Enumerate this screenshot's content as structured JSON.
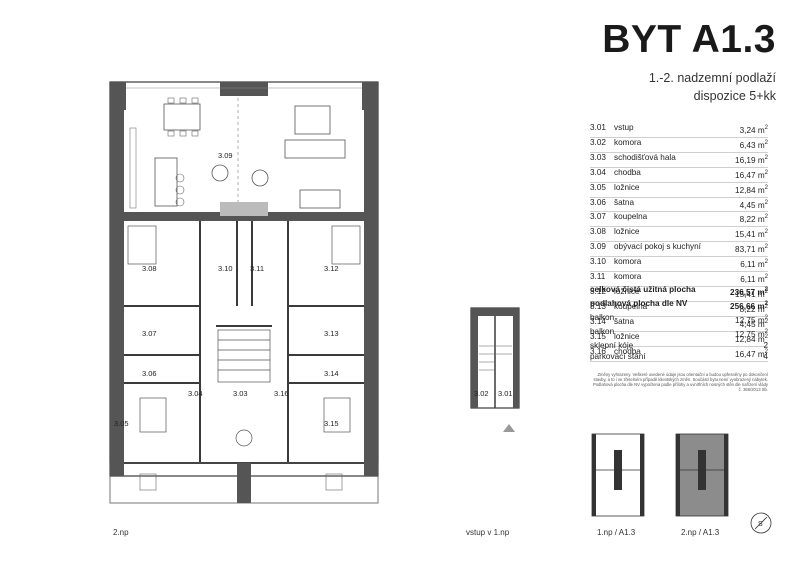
{
  "header": {
    "title": "BYT A1.3",
    "floors": "1.-2. nadzemní podlaží",
    "layout": "dispozice 5+kk"
  },
  "rooms": [
    {
      "code": "3.01",
      "name": "vstup",
      "area": "3,24"
    },
    {
      "code": "3.02",
      "name": "komora",
      "area": "6,43"
    },
    {
      "code": "3.03",
      "name": "schodišťová hala",
      "area": "16,19"
    },
    {
      "code": "3.04",
      "name": "chodba",
      "area": "16,47"
    },
    {
      "code": "3.05",
      "name": "ložnice",
      "area": "12,84"
    },
    {
      "code": "3.06",
      "name": "šatna",
      "area": "4,45"
    },
    {
      "code": "3.07",
      "name": "koupelna",
      "area": "8,22"
    },
    {
      "code": "3.08",
      "name": "ložnice",
      "area": "15,41"
    },
    {
      "code": "3.09",
      "name": "obývací pokoj s kuchyní",
      "area": "83,71"
    },
    {
      "code": "3.10",
      "name": "komora",
      "area": "6,11"
    },
    {
      "code": "3.11",
      "name": "komora",
      "area": "6,11"
    },
    {
      "code": "3.12",
      "name": "ložnice",
      "area": "15,41"
    },
    {
      "code": "3.13",
      "name": "koupelna",
      "area": "8,22"
    },
    {
      "code": "3.14",
      "name": "šatna",
      "area": "4,45"
    },
    {
      "code": "3.15",
      "name": "ložnice",
      "area": "12,84"
    },
    {
      "code": "3.16",
      "name": "chodba",
      "area": "16,47"
    }
  ],
  "unit": "m",
  "unit_sup": "2",
  "totals": {
    "net_label": "celková čistá užitná plocha",
    "net_value": "236,57",
    "floor_label": "podlahová plocha dle NV",
    "floor_value": "256,66"
  },
  "extras": [
    {
      "name": "balkon",
      "value": "12,75",
      "has_unit": true
    },
    {
      "name": "balkon",
      "value": "12,75",
      "has_unit": true
    },
    {
      "name": "sklepní kóje",
      "value": "2",
      "has_unit": false
    },
    {
      "name": "parkovací stání",
      "value": "4",
      "has_unit": false
    }
  ],
  "note": "Změny vyhrazeny. Veškeré uvedené údaje jsou orientační a budou upřesněny po dokončení stavby, a to i ve zřetelném případě klientských změn. Součástí bytu nemí vyobrazený nábytek. Podlahová plocha dle NV vypočtena podle přílohy a uvnitřních nosných stěn dle nařízení vlády č. 366/2013 Sb.",
  "plan_labels": {
    "main": "2.np",
    "entry": "vstup v 1.np",
    "mini1": "1.np / A1.3",
    "mini2": "2.np / A1.3"
  },
  "map_rooms": {
    "r309": "3.09",
    "r308": "3.08",
    "r310": "3.10",
    "r311": "3.11",
    "r312": "3.12",
    "r307": "3.07",
    "r313": "3.13",
    "r306": "3.06",
    "r314": "3.14",
    "r304": "3.04",
    "r303": "3.03",
    "r316": "3.16",
    "r305": "3.05",
    "r315": "3.15",
    "r302": "3.02",
    "r301": "3.01"
  },
  "colors": {
    "wall": "#3a3a3a",
    "thick_wall": "#555555",
    "highlight": "#cfcfcf",
    "mini_fill": "#8c8c8c"
  }
}
